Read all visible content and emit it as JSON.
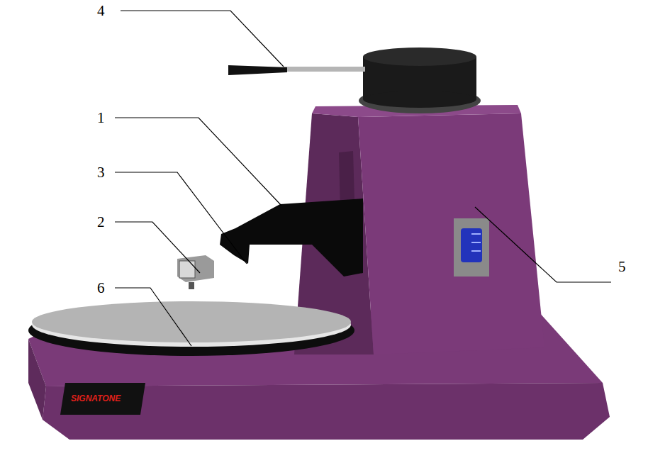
{
  "diagram": {
    "labels": [
      "4",
      "1",
      "3",
      "2",
      "6",
      "5",
      "SIGNATONE"
    ]
  }
}
